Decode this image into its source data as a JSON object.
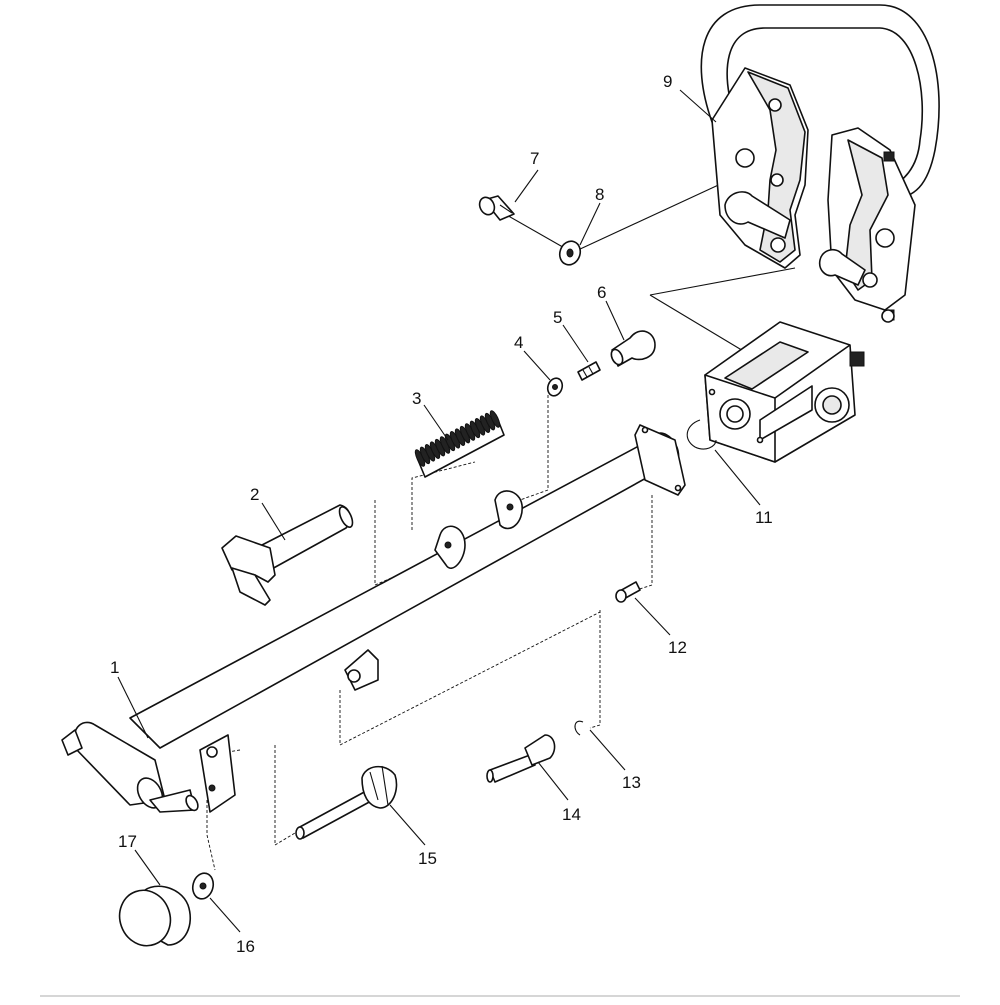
{
  "diagram": {
    "callouts": [
      "1",
      "2",
      "3",
      "4",
      "5",
      "6",
      "7",
      "8",
      "9",
      "11",
      "12",
      "13",
      "14",
      "15",
      "16",
      "17"
    ]
  }
}
